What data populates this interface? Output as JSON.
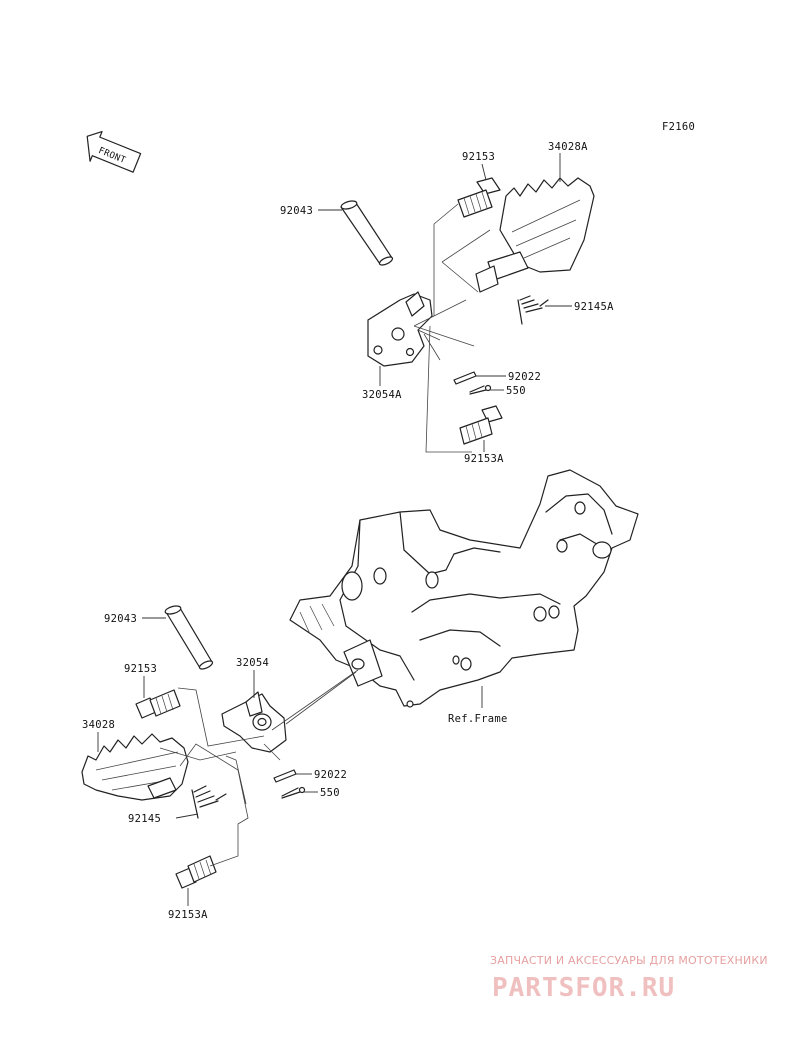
{
  "figure_code": "F2160",
  "front_label": "FRONT",
  "ref_frame_label": "Ref.Frame",
  "callouts": {
    "upper_pin": "92043",
    "upper_bolt": "92153",
    "upper_step": "34028A",
    "upper_spring": "92145A",
    "upper_bracket": "32054A",
    "upper_washer": "92022",
    "upper_cotter": "550",
    "upper_bolt_lower": "92153A",
    "lower_pin": "92043",
    "lower_bracket": "32054",
    "lower_bolt": "92153",
    "lower_step": "34028",
    "lower_washer": "92022",
    "lower_cotter": "550",
    "lower_spring": "92145",
    "lower_bolt_lower": "92153A"
  },
  "watermark": {
    "tagline": "ЗАПЧАСТИ И АКСЕССУАРЫ ДЛЯ МОТОТЕХНИКИ",
    "logo": "PARTSFOR.RU",
    "color": "#e6a0a0"
  }
}
